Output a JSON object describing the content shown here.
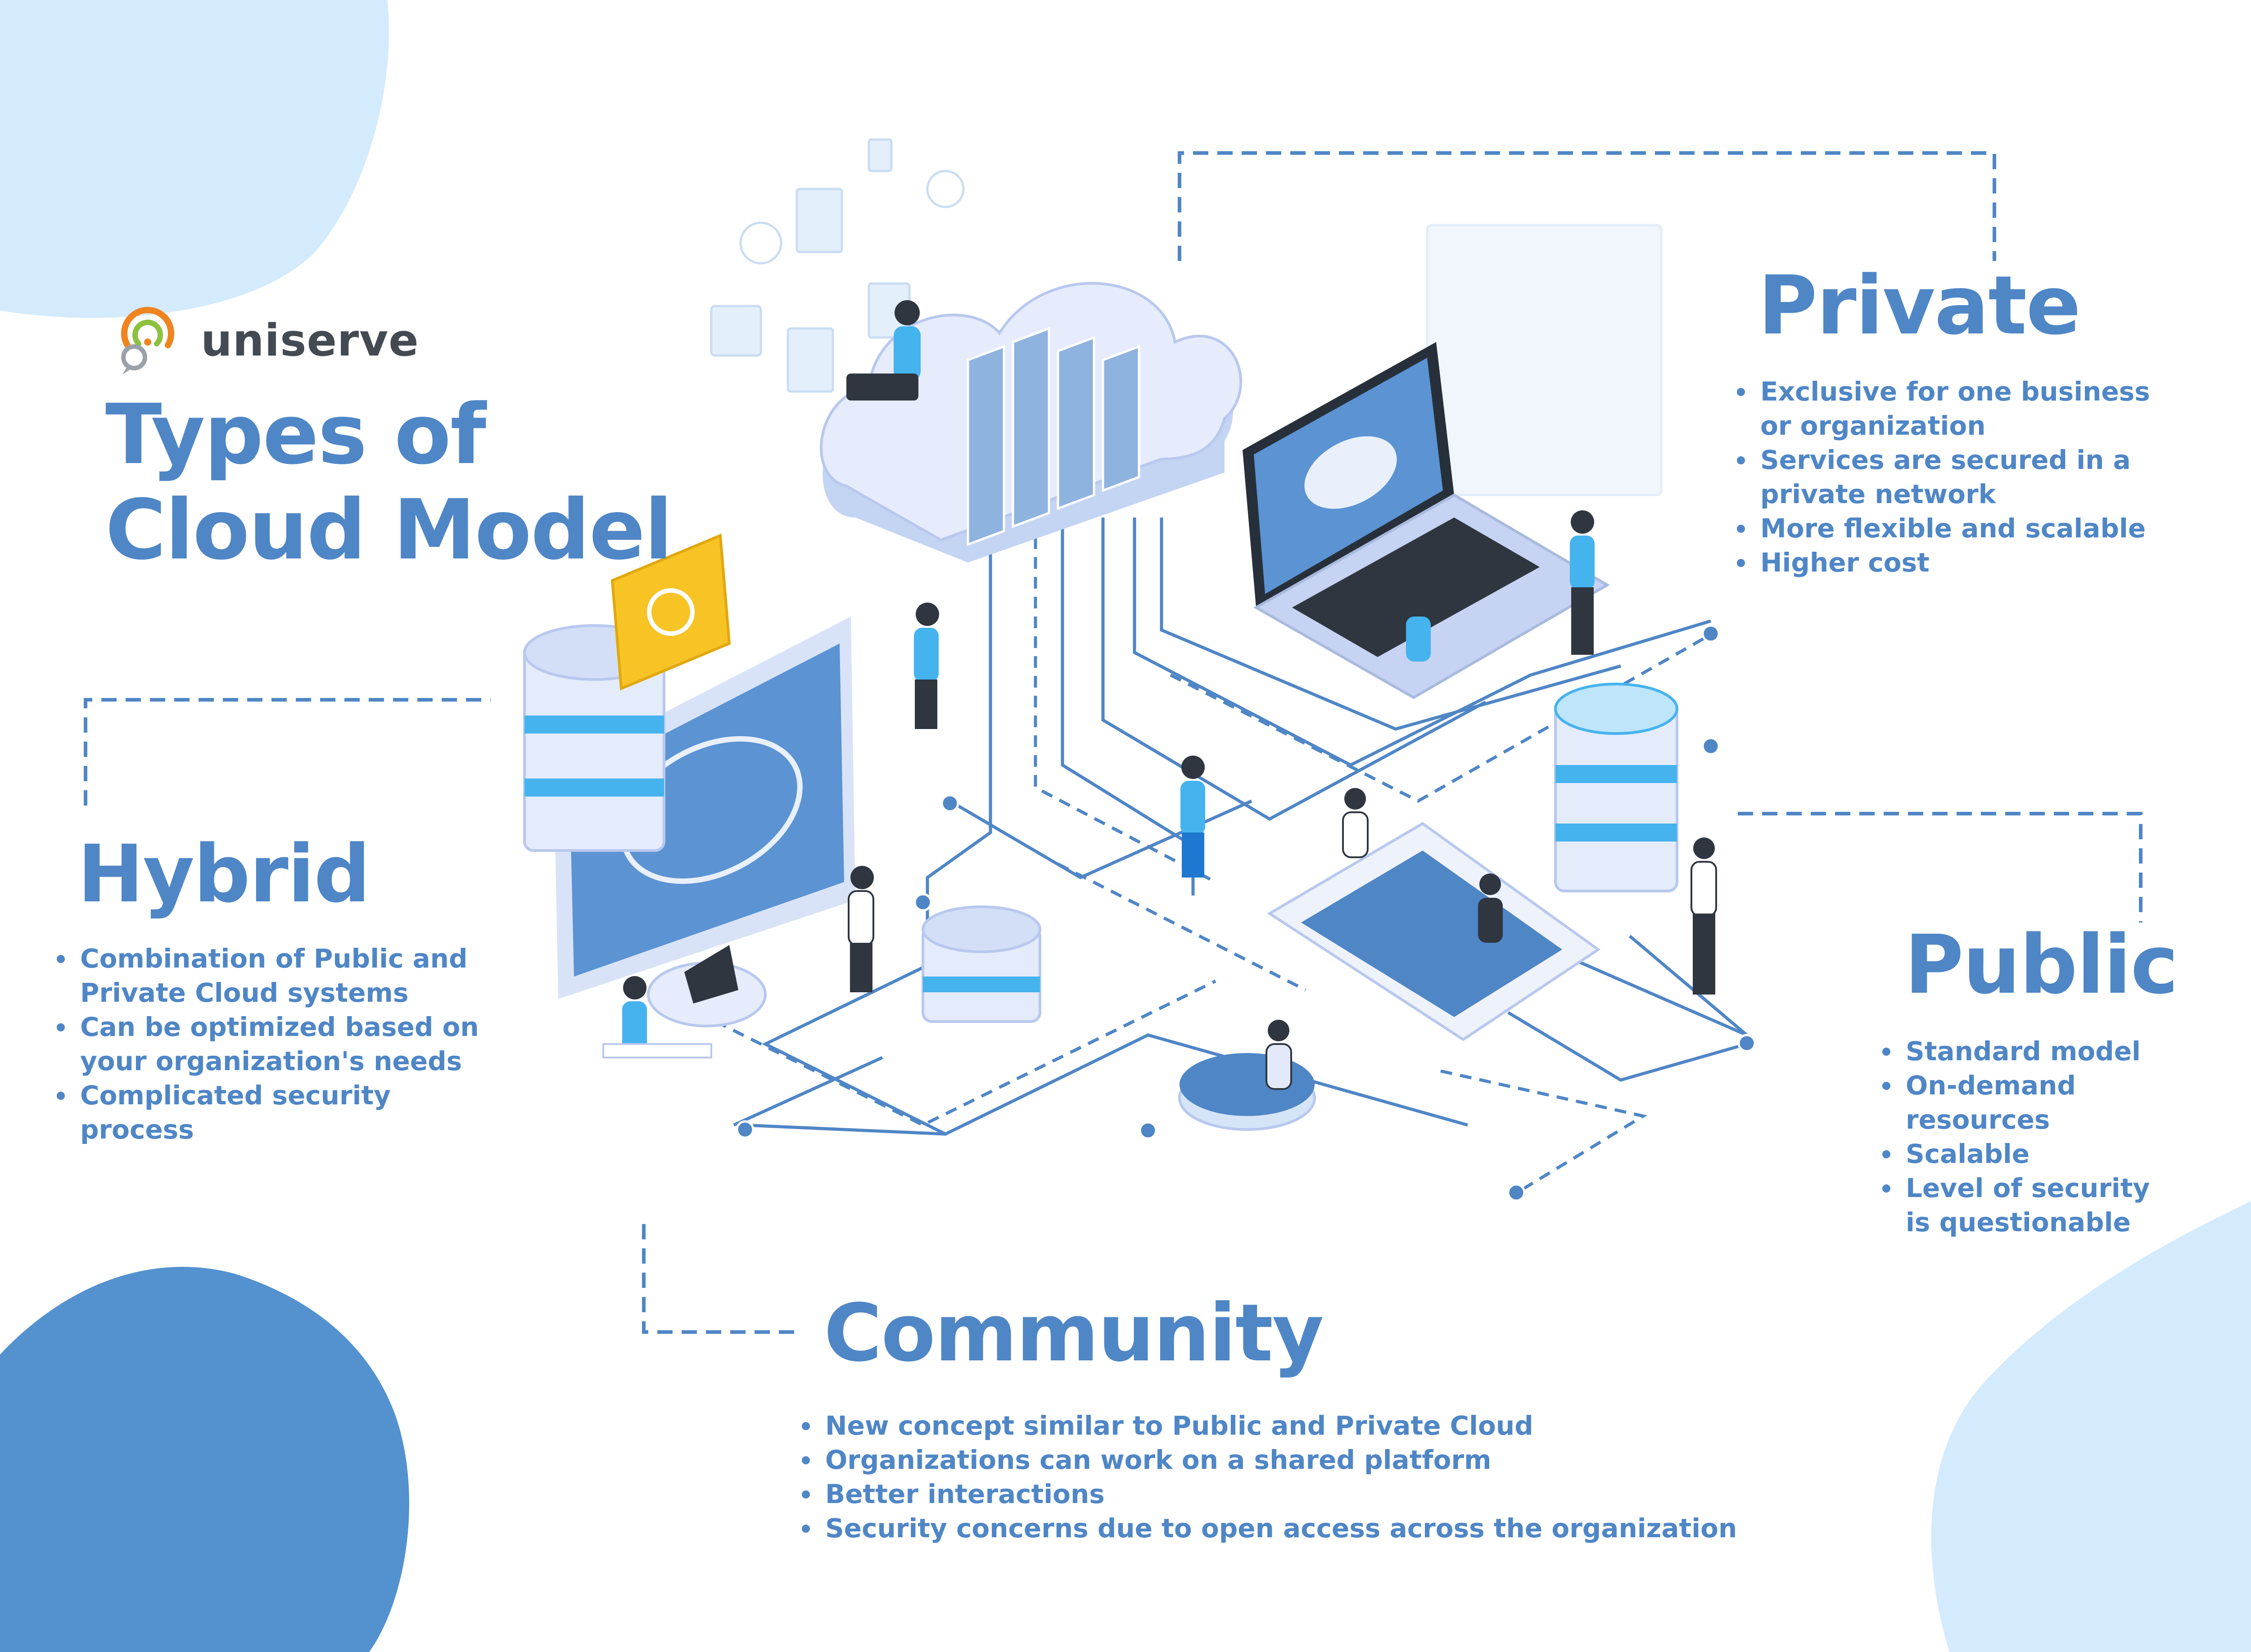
{
  "brand": {
    "name": "uniserve",
    "logo_icon": "speech-bubbles-logo-icon"
  },
  "title": {
    "line1": "Types of",
    "line2": "Cloud Model"
  },
  "colors": {
    "accent": "#4f86c6",
    "light_blob": "#d4eafd",
    "dark_blob": "#5391cf",
    "text_dark": "#444a52",
    "logo_orange": "#f0841f",
    "logo_green": "#8cc13f",
    "logo_gray": "#9aa1a8"
  },
  "sections": {
    "private": {
      "heading": "Private",
      "bullets": [
        [
          "Exclusive for one business",
          "or organization"
        ],
        [
          "Services are secured in a",
          "private network"
        ],
        [
          "More flexible and scalable"
        ],
        [
          "Higher cost"
        ]
      ]
    },
    "hybrid": {
      "heading": "Hybrid",
      "bullets": [
        [
          "Combination of Public and",
          "Private Cloud systems"
        ],
        [
          "Can be optimized based on",
          "your organization's needs"
        ],
        [
          "Complicated security",
          "process"
        ]
      ]
    },
    "public": {
      "heading": "Public",
      "bullets": [
        [
          "Standard model"
        ],
        [
          "On-demand",
          "resources"
        ],
        [
          "Scalable"
        ],
        [
          "Level of security",
          "is questionable"
        ]
      ]
    },
    "community": {
      "heading": "Community",
      "bullets": [
        [
          "New concept similar to Public and Private Cloud"
        ],
        [
          "Organizations can work on a shared platform"
        ],
        [
          "Better interactions"
        ],
        [
          "Security concerns due to open access across the organization"
        ]
      ]
    }
  },
  "illustration": {
    "icons": [
      "cloud-server-icon",
      "laptop-icon",
      "monitor-icon",
      "database-icon",
      "folder-sync-icon",
      "smartphone-icon",
      "person-icon"
    ]
  }
}
